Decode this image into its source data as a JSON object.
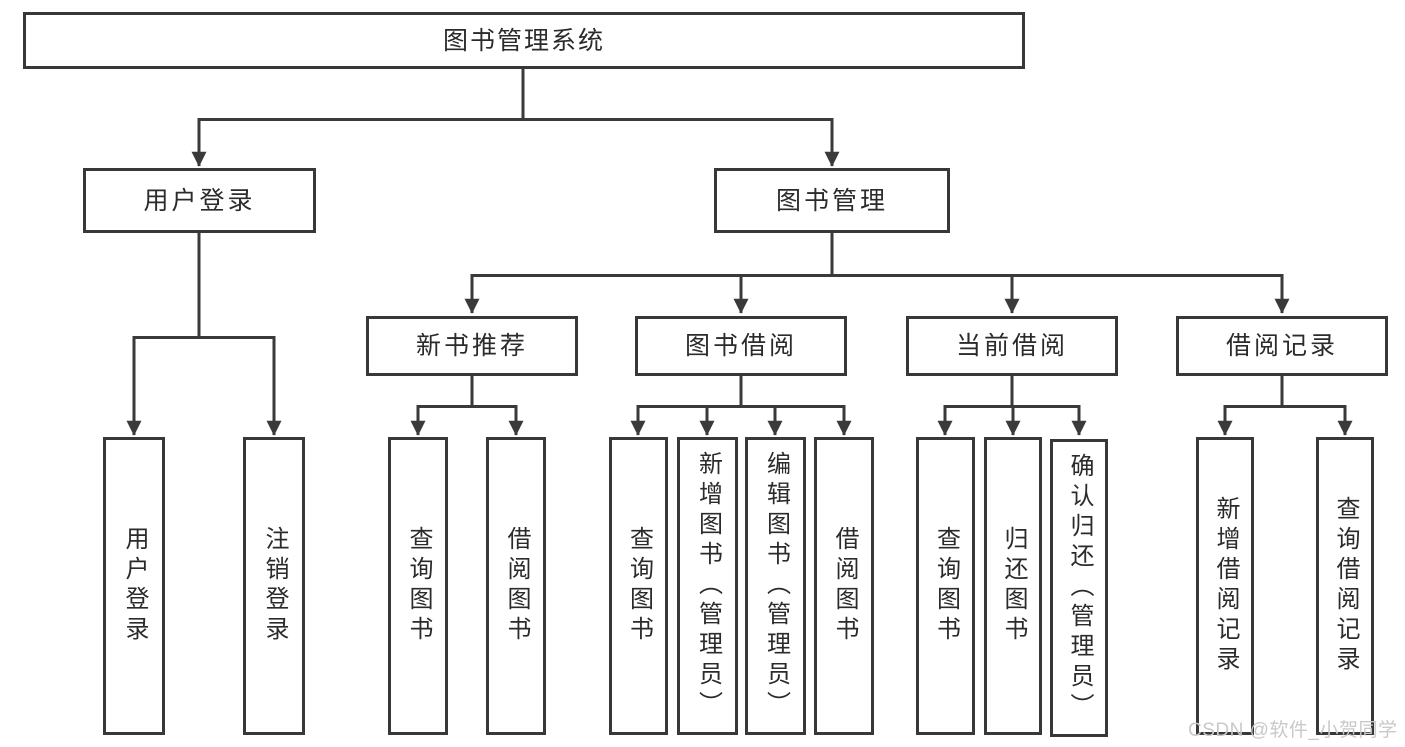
{
  "nodes": {
    "root": "图书管理系统",
    "user_login": "用户登录",
    "book_management": "图书管理",
    "new_book_recommend": "新书推荐",
    "book_borrowing": "图书借阅",
    "current_borrowing": "当前借阅",
    "borrowing_records": "借阅记录",
    "leaf_user_login": "用户登录",
    "leaf_logout": "注销登录",
    "leaf_query_books_recommend": "查询图书",
    "leaf_borrow_books_recommend": "借阅图书",
    "leaf_query_books_borrowing": "查询图书",
    "leaf_add_books_admin": "新增图书（管理员）",
    "leaf_edit_books_admin": "编辑图书（管理员）",
    "leaf_borrow_books_borrowing": "借阅图书",
    "leaf_query_books_current": "查询图书",
    "leaf_return_books": "归还图书",
    "leaf_confirm_return_admin": "确认归还（管理员）",
    "leaf_add_borrow_record": "新增借阅记录",
    "leaf_query_borrow_record": "查询借阅记录"
  },
  "watermark": "CSDN @软件_小贺同学",
  "colors": {
    "line": "#3a3a3a",
    "box_border": "#383838",
    "text": "#2b2b2b",
    "watermark": "#c9c9c9",
    "background": "#ffffff"
  }
}
